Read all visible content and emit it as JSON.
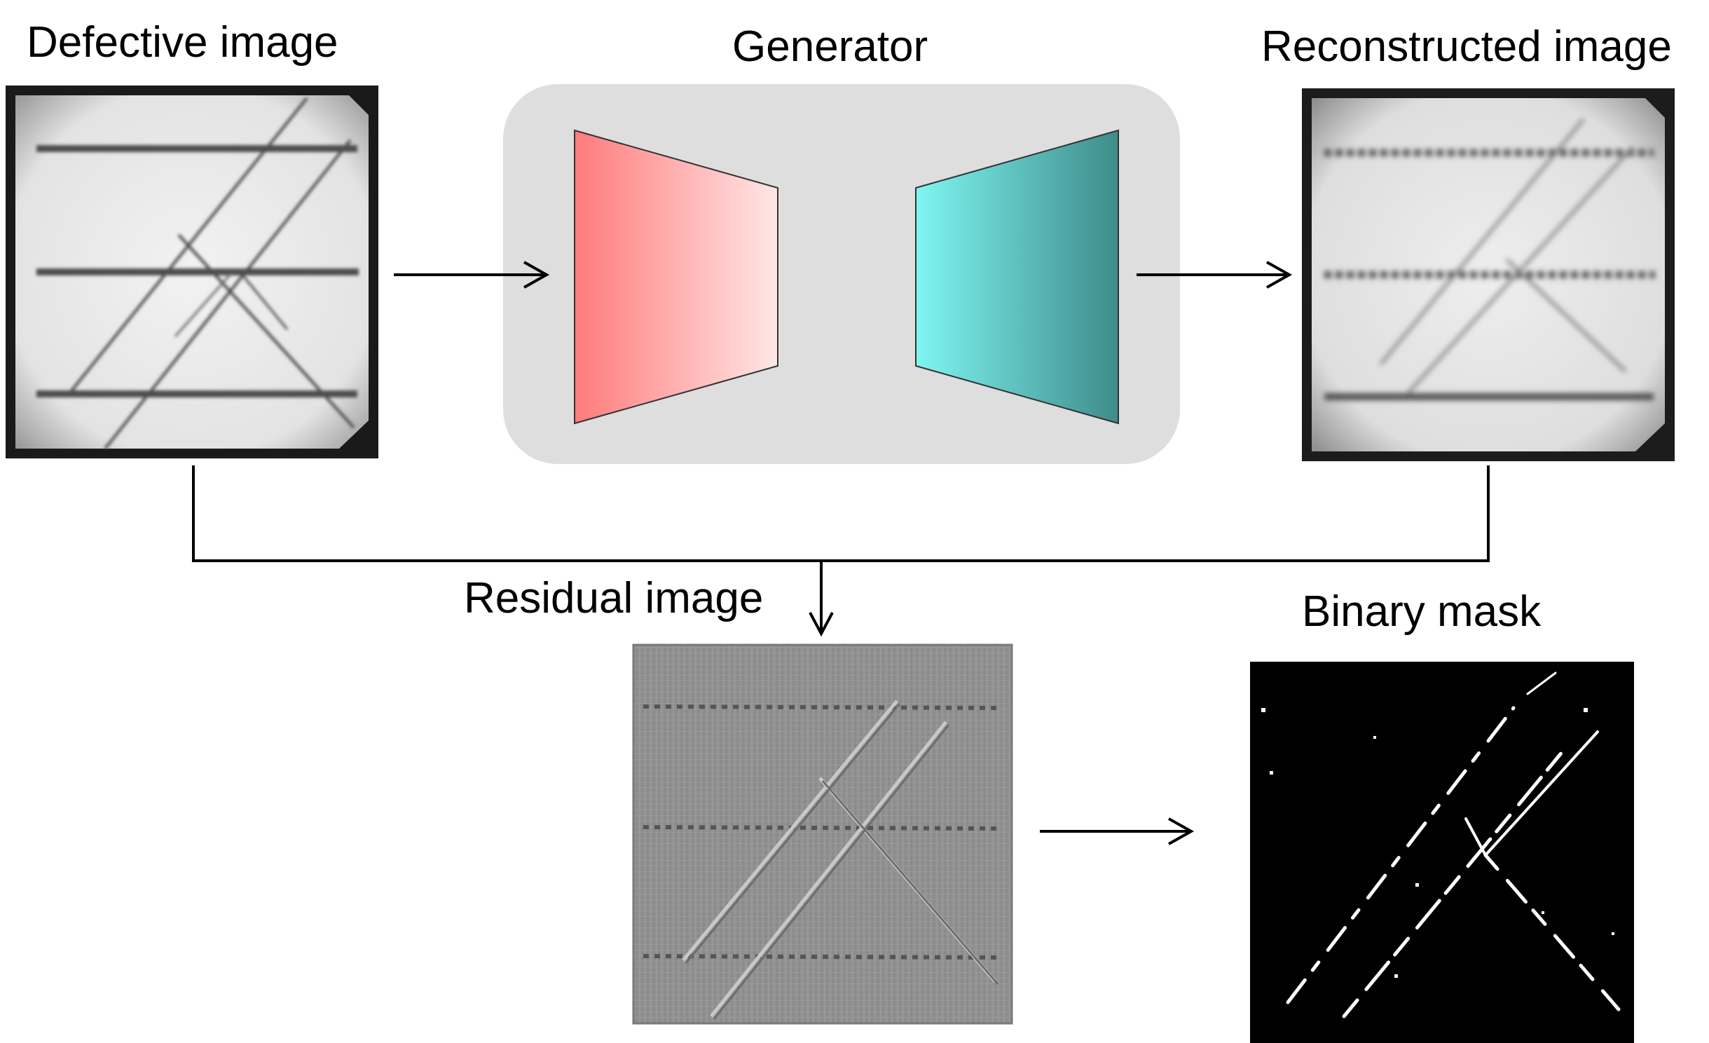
{
  "labels": {
    "defective": "Defective image",
    "generator": "Generator",
    "reconstructed": "Reconstructed image",
    "residual": "Residual image",
    "binary_mask": "Binary mask"
  },
  "colors": {
    "encoder_from": "#ff7b7b",
    "encoder_to": "#ffe6e6",
    "decoder_from": "#7ff5f2",
    "decoder_to": "#3f8c8a",
    "generator_box": "#dedede",
    "arrow": "#000000"
  }
}
